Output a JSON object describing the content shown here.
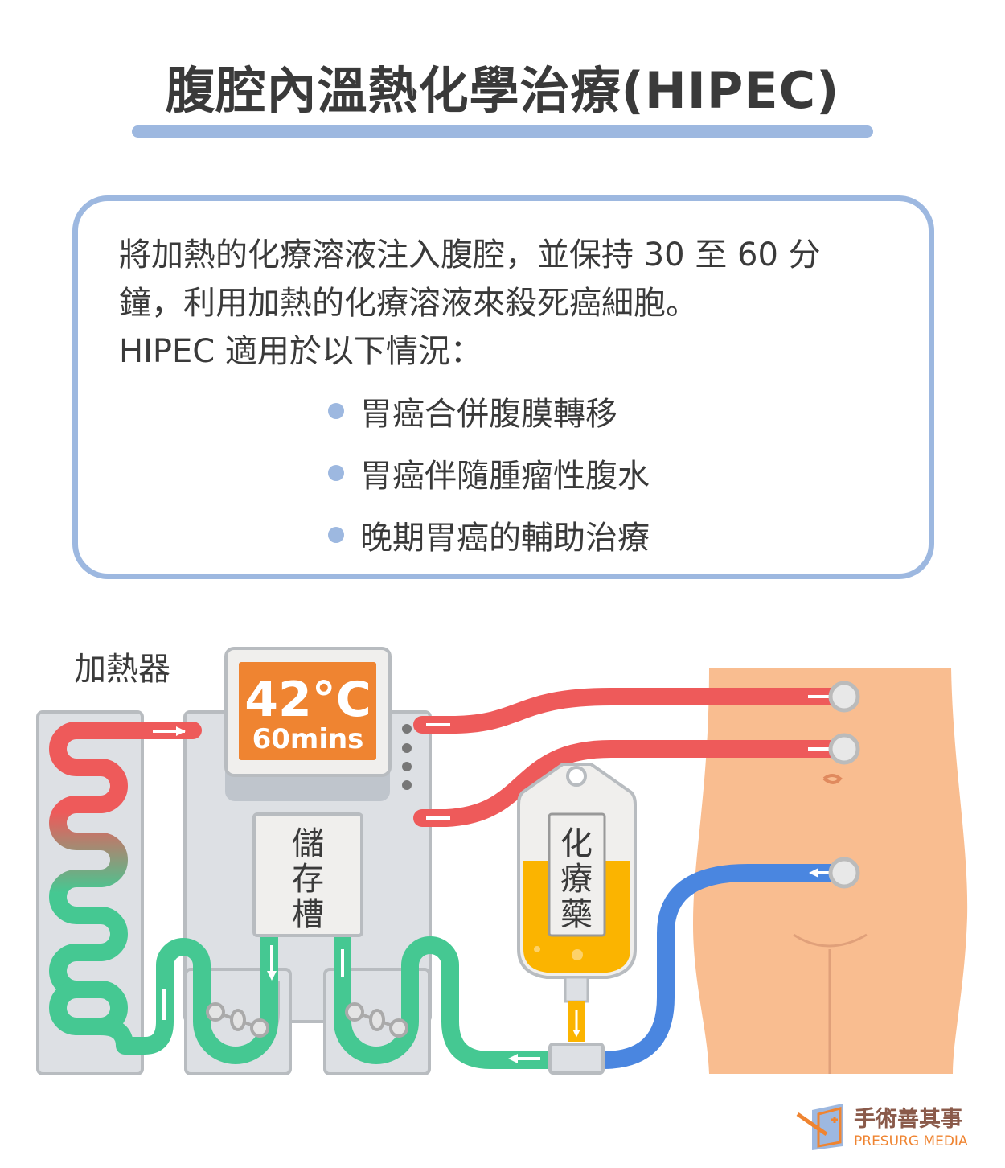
{
  "title": "腹腔內溫熱化學治療(HIPEC)",
  "info": {
    "lines": [
      "將加熱的化療溶液注入腹腔，並保持 30 至 60 分",
      "鐘，利用加熱的化療溶液來殺死癌細胞。",
      "HIPEC 適用於以下情況："
    ],
    "bullets": [
      "胃癌合併腹膜轉移",
      "胃癌伴隨腫瘤性腹水",
      "晚期胃癌的輔助治療"
    ]
  },
  "diagram": {
    "heater_label": "加熱器",
    "temperature": "42°C",
    "duration": "60mins",
    "reservoir_label": [
      "儲",
      "存",
      "槽"
    ],
    "drug_label": [
      "化",
      "療",
      "藥"
    ],
    "colors": {
      "hot": "#ee5a5a",
      "cool": "#45c892",
      "return": "#4a86e0",
      "display": "#ef8431",
      "drug": "#fbb400",
      "body": "#f9bd90"
    }
  },
  "logo": {
    "name": "手術善其事",
    "subtitle": "PRESURG MEDIA"
  }
}
